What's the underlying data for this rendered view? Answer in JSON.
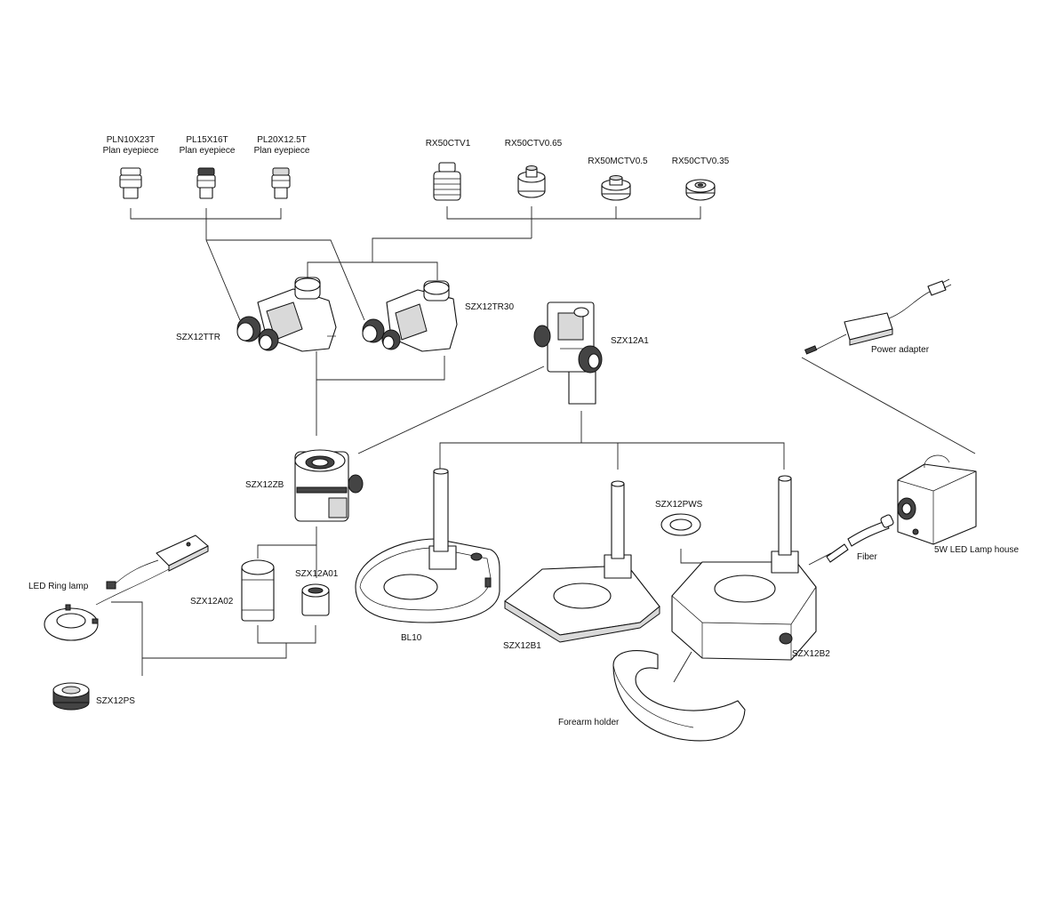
{
  "labels": {
    "pln10x23t": {
      "model": "PLN10X23T",
      "desc": "Plan eyepiece"
    },
    "pl15x16t": {
      "model": "PL15X16T",
      "desc": "Plan eyepiece"
    },
    "pl20x125t": {
      "model": "PL20X12.5T",
      "desc": "Plan eyepiece"
    },
    "rx50ctv1": "RX50CTV1",
    "rx50ctv065": "RX50CTV0.65",
    "rx50mctv05": "RX50MCTV0.5",
    "rx50ctv035": "RX50CTV0.35",
    "szx12ttr": "SZX12TTR",
    "szx12tr30": "SZX12TR30",
    "szx12a1": "SZX12A1",
    "power_adapter": "Power adapter",
    "szx12zb": "SZX12ZB",
    "szx12pws": "SZX12PWS",
    "fiber": "Fiber",
    "lamp_house": "5W LED Lamp house",
    "led_ring_lamp": "LED  Ring lamp",
    "szx12a01": "SZX12A01",
    "szx12a02": "SZX12A02",
    "bl10": "BL10",
    "szx12b1": "SZX12B1",
    "szx12b2": "SZX12B2",
    "szx12ps": "SZX12PS",
    "forearm_holder": "Forearm holder"
  }
}
